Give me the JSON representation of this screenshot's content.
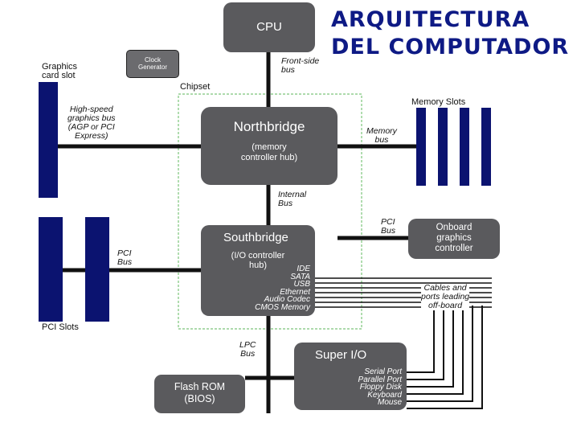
{
  "title": "ARQUITECTURA\nDEL COMPUTADOR",
  "cpu": "CPU",
  "clock_generator": "Clock\nGenerator",
  "chipset": "Chipset",
  "front_side_bus": "Front-side\nbus",
  "graphics_card_slot": "Graphics\ncard slot",
  "high_speed_bus": "High-speed\ngraphics bus\n(AGP or PCI\nExpress)",
  "northbridge": {
    "title": "Northbridge",
    "subtitle": "(memory\ncontroller hub)"
  },
  "memory_slots": "Memory Slots",
  "memory_bus": "Memory\nbus",
  "internal_bus": "Internal\nBus",
  "southbridge": {
    "title": "Southbridge",
    "subtitle": "(I/O controller\nhub)",
    "items": [
      "IDE",
      "SATA",
      "USB",
      "Ethernet",
      "Audio Codec",
      "CMOS Memory"
    ]
  },
  "pci_bus_right": "PCI\nBus",
  "onboard_graphics": "Onboard\ngraphics\ncontroller",
  "pci_bus_left": "PCI\nBus",
  "pci_slots": "PCI Slots",
  "cables_ports": "Cables and\nports leading\noff-board",
  "lpc_bus": "LPC\nBus",
  "super_io": {
    "title": "Super I/O",
    "items": [
      "Serial Port",
      "Parallel Port",
      "Floppy Disk",
      "Keyboard",
      "Mouse"
    ]
  },
  "flash_rom": "Flash ROM\n(BIOS)",
  "colors": {
    "box": "#5a5a5d",
    "slot": "#0b1370",
    "title": "#0e1a85",
    "chipset_border": "#7cc47a"
  }
}
